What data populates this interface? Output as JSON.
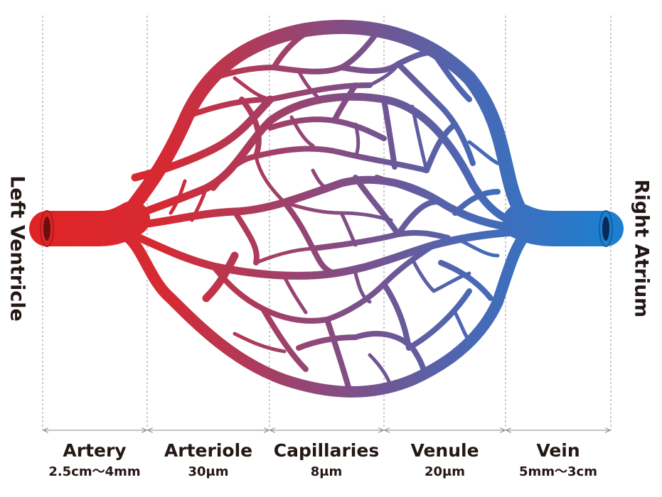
{
  "left_label": "Left Ventricle",
  "right_label": "Right Atrium",
  "segments": [
    {
      "name": "Artery",
      "size": "2.5cm～4mm"
    },
    {
      "name": "Arteriole",
      "size": "30μm"
    },
    {
      "name": "Capillaries",
      "size": "8μm"
    },
    {
      "name": "Venule",
      "size": "20μm"
    },
    {
      "name": "Vein",
      "size": "5mm～3cm"
    }
  ],
  "colors": {
    "arterial": "#e02426",
    "capillary": "#8a4a7e",
    "venous": "#1d7fd0",
    "guide": "#9a9a9a",
    "text": "#231815"
  }
}
